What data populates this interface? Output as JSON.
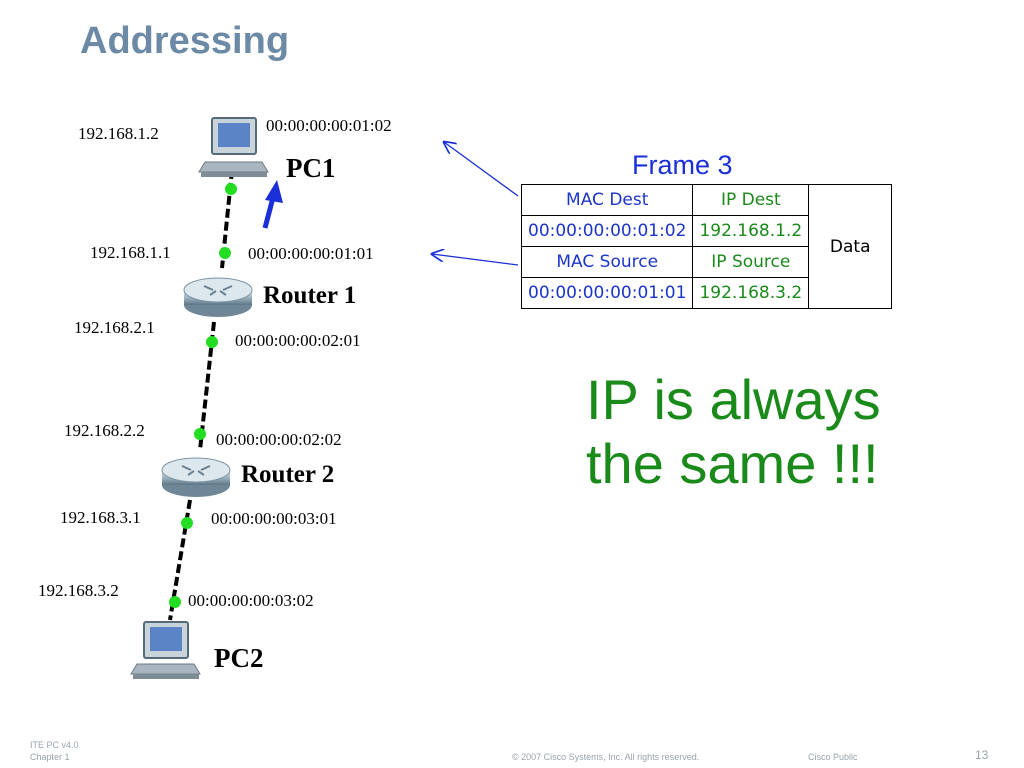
{
  "slide": {
    "title": "Addressing"
  },
  "devices": {
    "pc1": "PC1",
    "router1": "Router 1",
    "router2": "Router 2",
    "pc2": "PC2"
  },
  "addresses": {
    "pc1_ip": "192.168.1.2",
    "pc1_mac": "00:00:00:00:01:02",
    "r1_ip1": "192.168.1.1",
    "r1_mac1": "00:00:00:00:01:01",
    "r1_ip2": "192.168.2.1",
    "r1_mac2": "00:00:00:00:02:01",
    "r2_ip1": "192.168.2.2",
    "r2_mac1": "00:00:00:00:02:02",
    "r2_ip2": "192.168.3.1",
    "r2_mac2": "00:00:00:00:03:01",
    "pc2_ip": "192.168.3.2",
    "pc2_mac": "00:00:00:00:03:02"
  },
  "frame": {
    "title": "Frame 3",
    "mac_dest_header": "MAC Dest",
    "ip_dest_header": "IP Dest",
    "mac_dest": "00:00:00:00:01:02",
    "ip_dest": "192.168.1.2",
    "mac_source_header": "MAC Source",
    "ip_source_header": "IP Source",
    "mac_source": "00:00:00:00:01:01",
    "ip_source": "192.168.3.2",
    "data": "Data"
  },
  "callout": {
    "line1": "IP is always",
    "line2": "the same !!!"
  },
  "footer": {
    "course": "ITE PC v4.0",
    "chapter": "Chapter 1",
    "copyright": "© 2007 Cisco Systems, Inc. All rights reserved.",
    "classification": "Cisco Public",
    "page": "13"
  },
  "colors": {
    "title": "#6c8aa6",
    "frame_blue": "#1a35c8",
    "frame_green": "#1a8a1a",
    "port_dot": "#22dd22",
    "arrow": "#1a2fd8"
  }
}
